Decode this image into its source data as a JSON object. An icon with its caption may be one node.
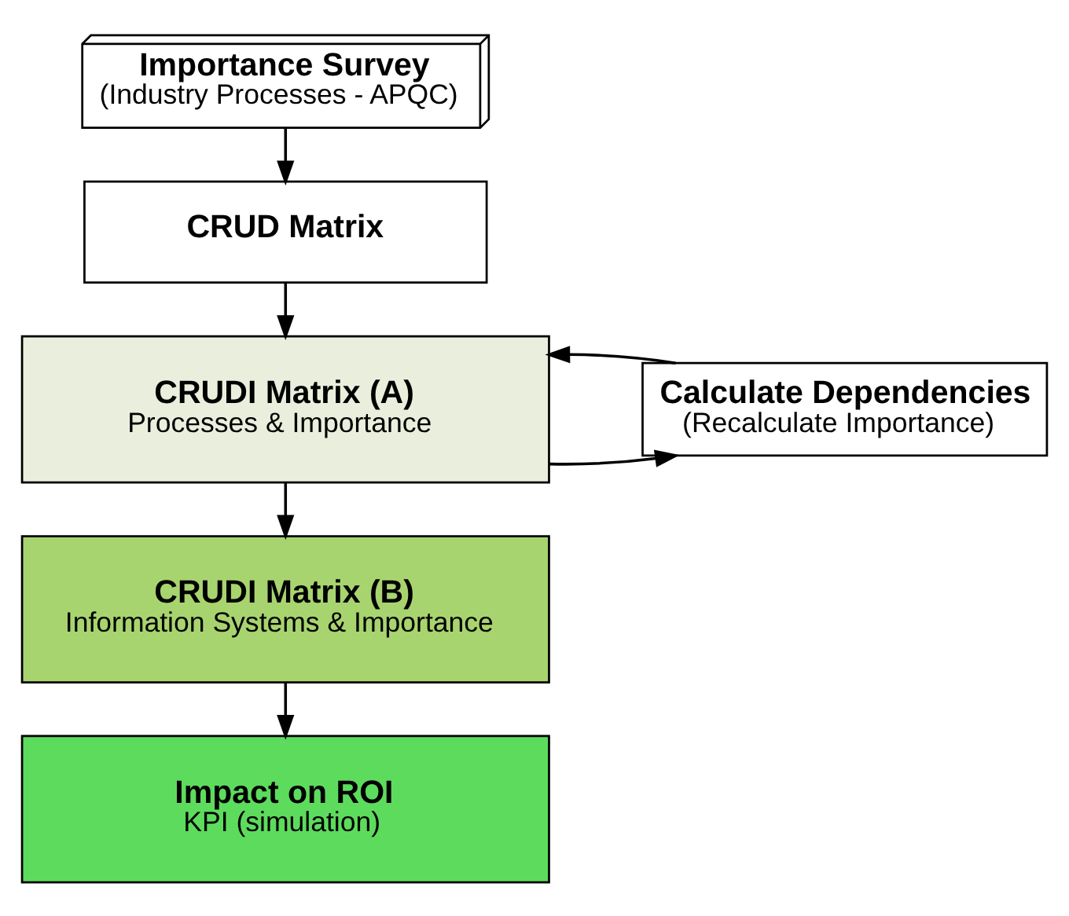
{
  "diagram": {
    "nodes": [
      {
        "text": [
          "Importance Survey",
          "(Industry Processes - APQC)"
        ]
      },
      {
        "text": [
          "CRUD Matrix"
        ]
      },
      {
        "text": [
          "CRUDI Matrix (A)",
          "Processes & Importance"
        ]
      },
      {
        "text": [
          "Calculate Dependencies",
          "(Recalculate Importance)"
        ]
      },
      {
        "text": [
          "CRUDI Matrix (B)",
          "Information Systems & Importance"
        ]
      },
      {
        "text": [
          "Impact on ROI",
          "KPI (simulation)"
        ]
      }
    ],
    "edges": [
      {
        "from": 0,
        "to": 1,
        "arrow": "to"
      },
      {
        "from": 1,
        "to": 2,
        "arrow": "to"
      },
      {
        "from": 2,
        "to": 3,
        "arrow": "to"
      },
      {
        "from": 3,
        "to": 2,
        "arrow": "to"
      },
      {
        "from": 2,
        "to": 4,
        "arrow": "to"
      },
      {
        "from": 4,
        "to": 5,
        "arrow": "to"
      }
    ]
  }
}
